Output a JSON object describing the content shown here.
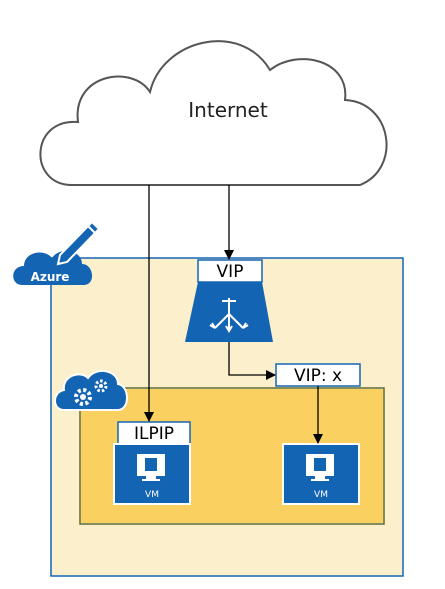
{
  "cloud": {
    "label": "Internet"
  },
  "azure": {
    "badge_label": "Azure"
  },
  "load_balancer": {
    "vip_label": "VIP"
  },
  "cloud_service": {
    "vip_label": "VIP: x",
    "ilpip_label": "ILPIP"
  },
  "vms": [
    {
      "label": "VM"
    },
    {
      "label": "VM"
    }
  ],
  "colors": {
    "azure_blue": "#1464B4",
    "outer_fill": "#FCF0CC",
    "inner_fill": "#FAD060",
    "inner_border": "#F4B400",
    "cloud_stroke": "#555555"
  }
}
